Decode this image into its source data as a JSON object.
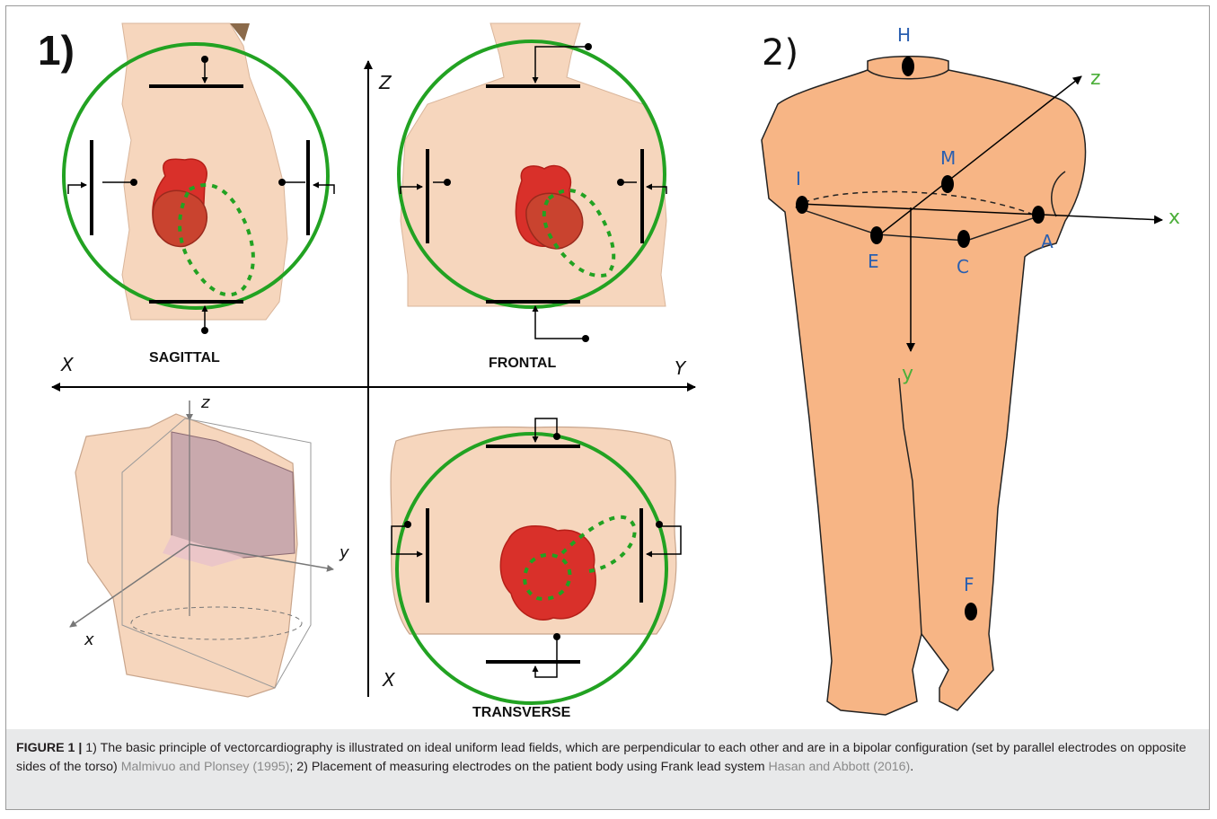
{
  "panel1": {
    "number": "1)",
    "views": {
      "sagittal": "SAGITTAL",
      "frontal": "FRONTAL",
      "transverse": "TRANSVERSE"
    },
    "axes": {
      "vertical_top": "Z",
      "horizontal_left": "X",
      "horizontal_right": "Y",
      "vertical_bottom": "X"
    },
    "inset_axes": {
      "z": "z",
      "y": "y",
      "x": "x"
    }
  },
  "panel2": {
    "number": "2)",
    "electrodes": [
      "H",
      "M",
      "I",
      "E",
      "C",
      "A",
      "F"
    ],
    "axes": {
      "x": "x",
      "y": "y",
      "z": "z"
    }
  },
  "caption": {
    "label": "FIGURE 1 |",
    "text_part1": " 1) The basic principle of vectorcardiography is illustrated on ideal uniform lead fields, which are perpendicular to each other and are in a bipolar configuration (set by parallel electrodes on opposite sides of the torso) ",
    "cite1": "Malmivuo and Plonsey (1995)",
    "text_part2": "; 2) Placement of measuring electrodes on the patient body using Frank lead system ",
    "cite2": "Hasan and Abbott (2016)",
    "text_part3": "."
  },
  "colors": {
    "skin_light": "#f6d6bd",
    "skin_panel2": "#f7b585",
    "ring_green": "#22a222",
    "heart_red": "#d9302a",
    "heart_dark": "#b51f18",
    "axis_label_blue": "#2a5fb0",
    "axis_label_green": "#4caf3a",
    "caption_bg": "#e8e9ea"
  }
}
